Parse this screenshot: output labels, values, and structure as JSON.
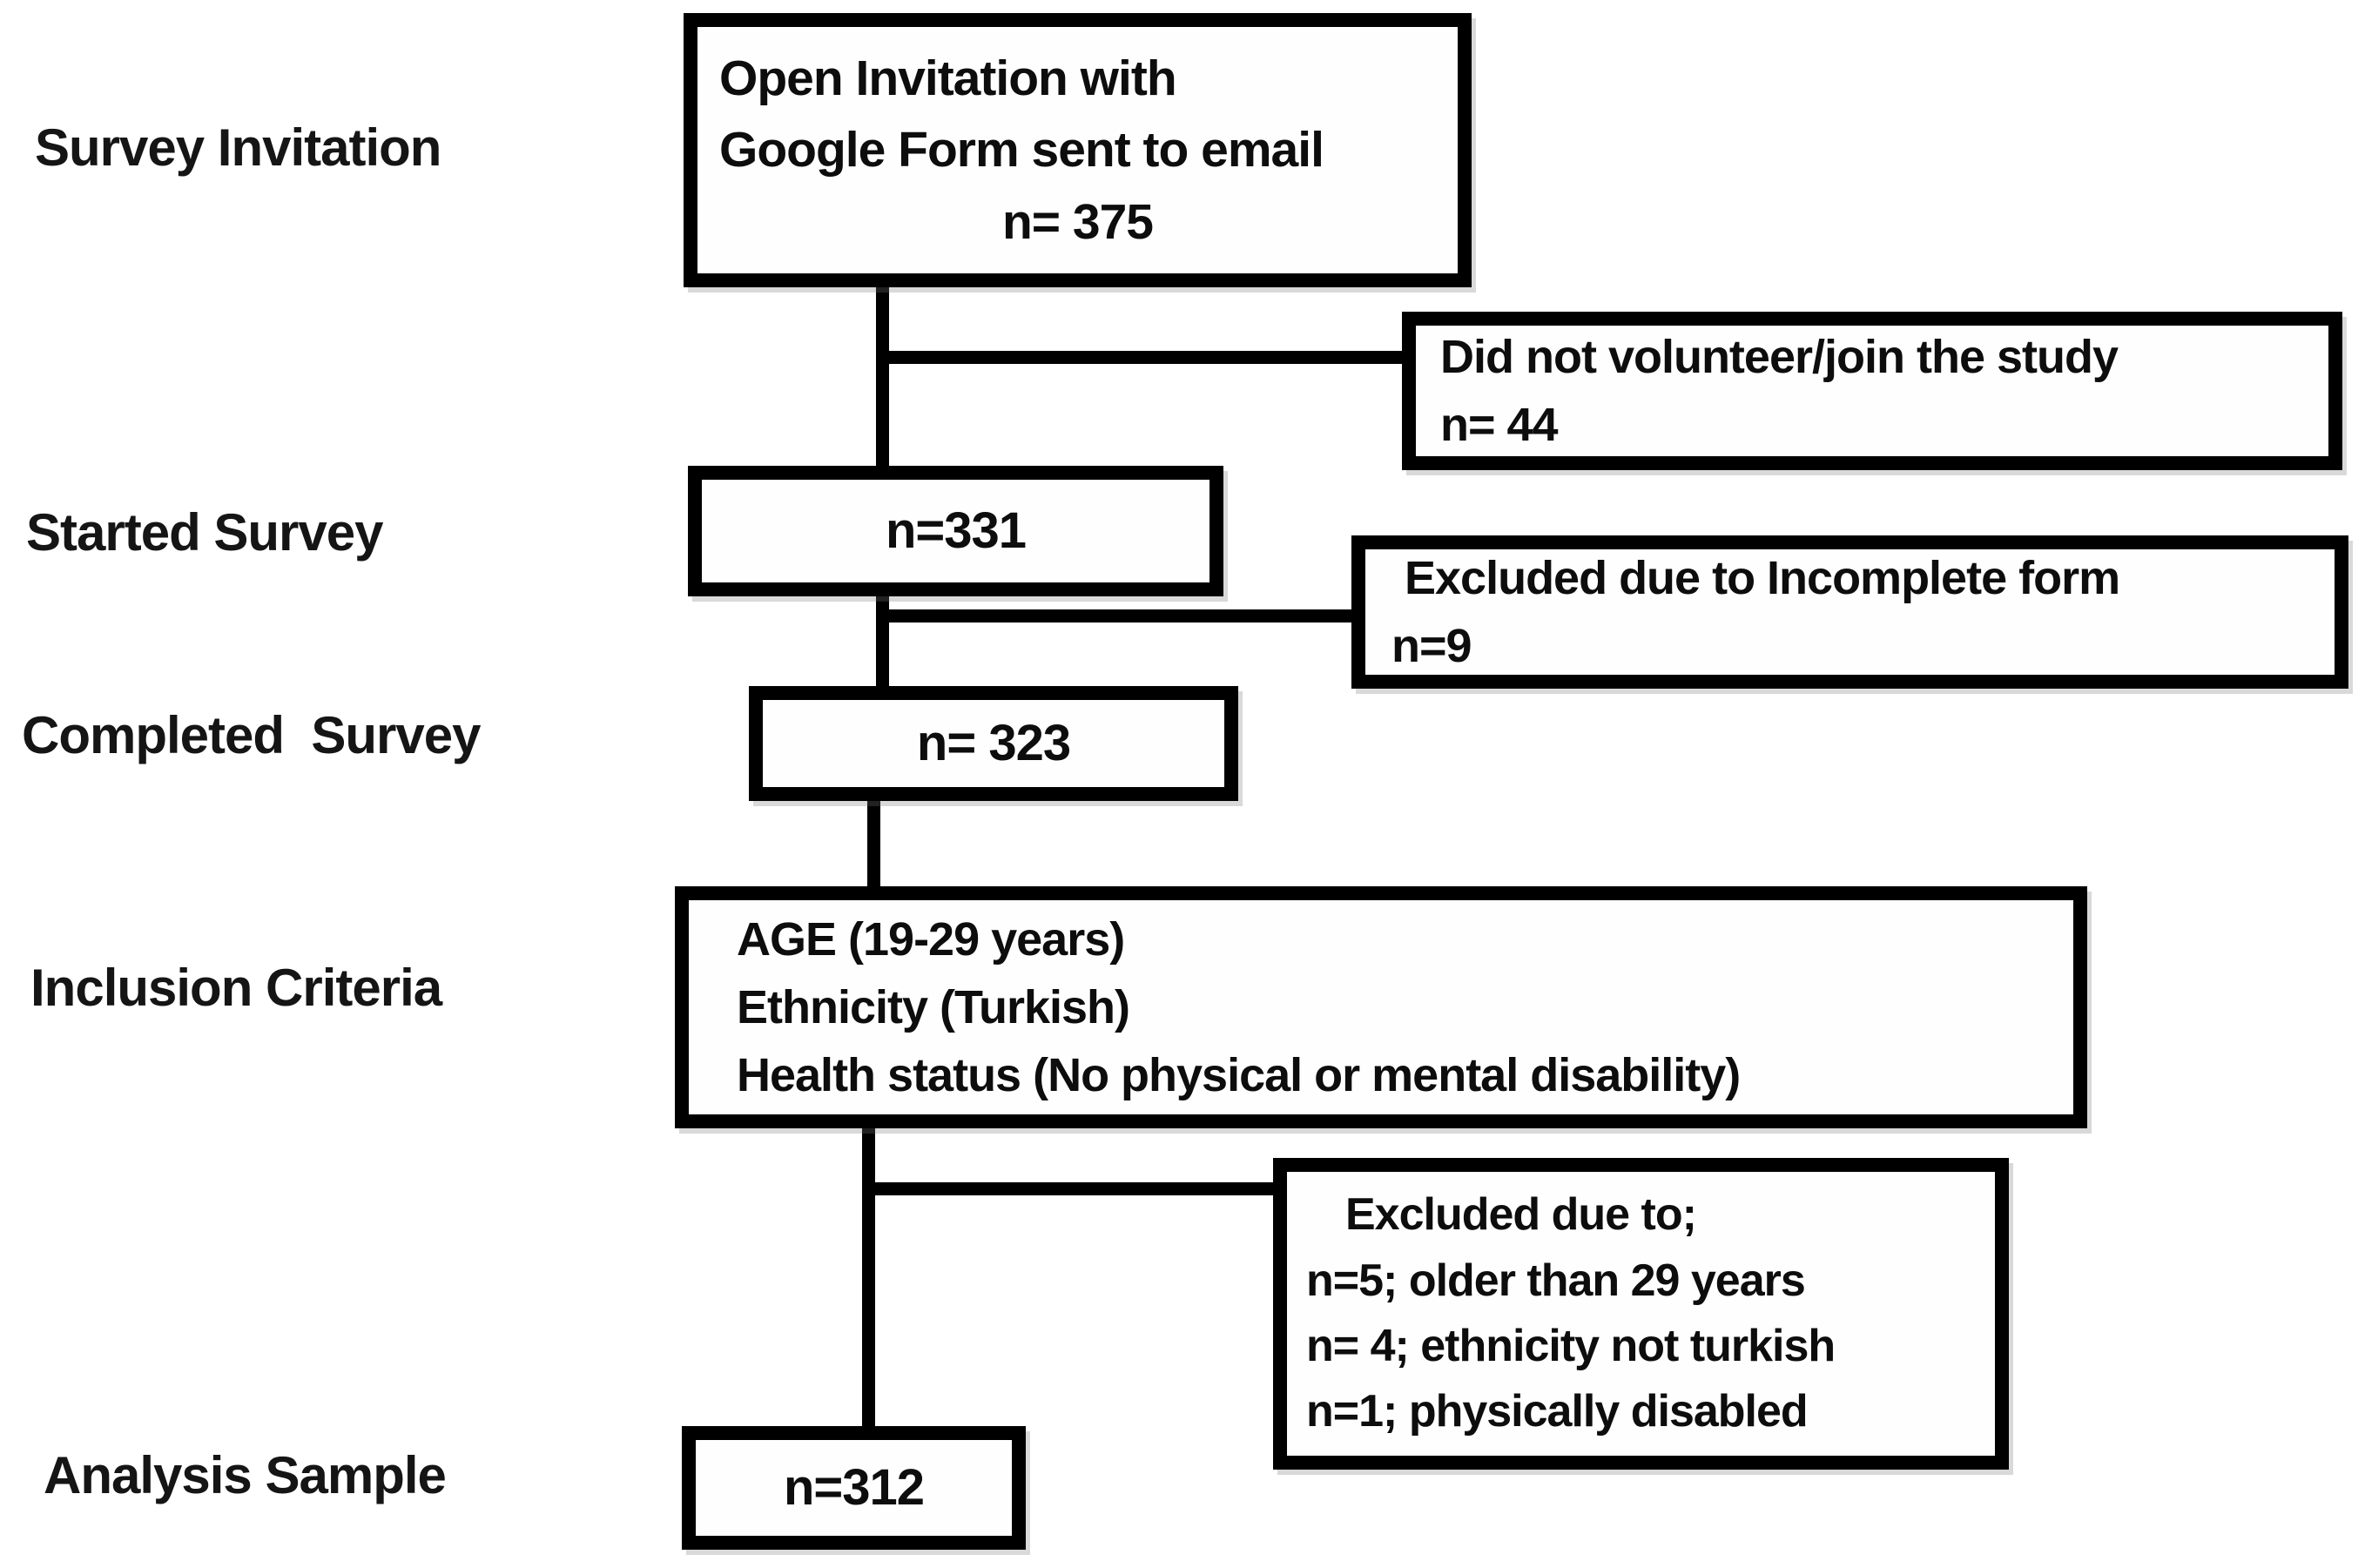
{
  "figure": {
    "type": "flowchart",
    "background": "#ffffff",
    "line_color": "#000000",
    "box_fill": "#fefefe",
    "text_color": "#101010"
  },
  "stage_labels": {
    "survey_invitation": "Survey Invitation",
    "started_survey": "Started Survey",
    "completed_survey": "Completed  Survey",
    "inclusion_criteria": "Inclusion Criteria",
    "analysis_sample": "Analysis Sample"
  },
  "boxes": {
    "open_invitation": {
      "lines": [
        "Open Invitation with",
        "Google Form sent to email",
        "n= 375"
      ]
    },
    "did_not_volunteer": {
      "lines": [
        "Did not volunteer/join the study",
        "n= 44"
      ]
    },
    "started_n": {
      "lines": [
        "n=331"
      ]
    },
    "excluded_incomplete": {
      "lines": [
        "Excluded due to Incomplete form",
        "n=9"
      ]
    },
    "completed_n": {
      "lines": [
        "n= 323"
      ]
    },
    "inclusion_criteria": {
      "lines": [
        "AGE (19-29 years)",
        "Ethnicity (Turkish)",
        "Health status (No physical or mental disability)"
      ]
    },
    "excluded_criteria": {
      "lines": [
        "Excluded due to;",
        "n=5; older than 29 years",
        "n= 4; ethnicity not turkish",
        "n=1; physically disabled"
      ]
    },
    "analysis_n": {
      "lines": [
        "n=312"
      ]
    }
  }
}
